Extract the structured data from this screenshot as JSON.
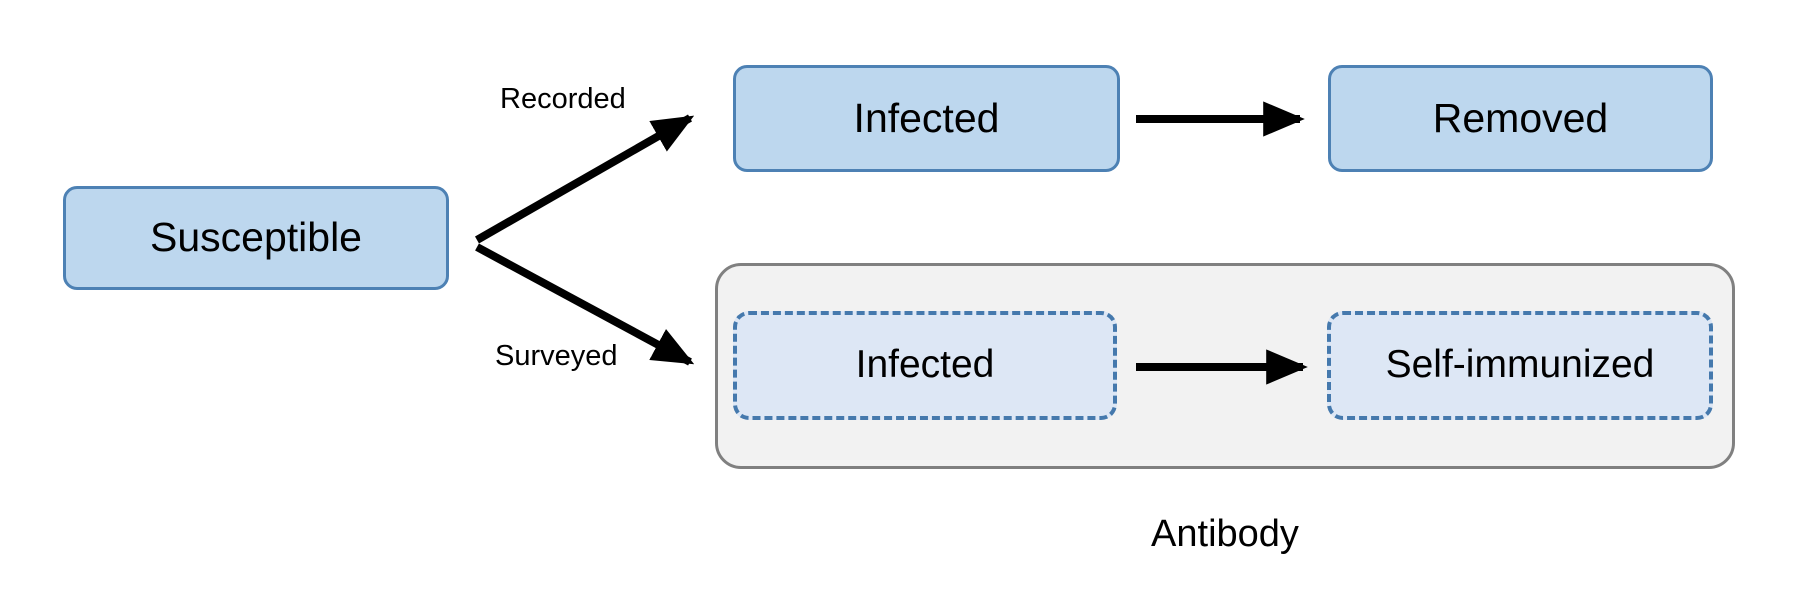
{
  "diagram": {
    "title_caption": "Antibody",
    "nodes": {
      "susceptible": "Susceptible",
      "infected_recorded": "Infected",
      "removed": "Removed",
      "infected_surveyed": "Infected",
      "self_immunized": "Self-immunized"
    },
    "edge_labels": {
      "recorded": "Recorded",
      "surveyed": "Surveyed"
    },
    "colors": {
      "node_fill_solid": "#bdd7ee",
      "node_border_solid": "#4d81b4",
      "node_fill_dashed": "#dde7f5",
      "node_border_dashed": "#4579ad",
      "group_fill": "#f2f2f2",
      "group_border": "#808080",
      "arrow": "#000000",
      "text": "#000000"
    },
    "arrows": [
      {
        "name": "susceptible-to-infected-recorded",
        "from": "susceptible",
        "to": "infected_recorded",
        "label": "Recorded"
      },
      {
        "name": "susceptible-to-infected-surveyed",
        "from": "susceptible",
        "to": "infected_surveyed",
        "label": "Surveyed"
      },
      {
        "name": "infected-recorded-to-removed",
        "from": "infected_recorded",
        "to": "removed",
        "label": ""
      },
      {
        "name": "infected-surveyed-to-self-immunized",
        "from": "infected_surveyed",
        "to": "self_immunized",
        "label": ""
      }
    ]
  }
}
